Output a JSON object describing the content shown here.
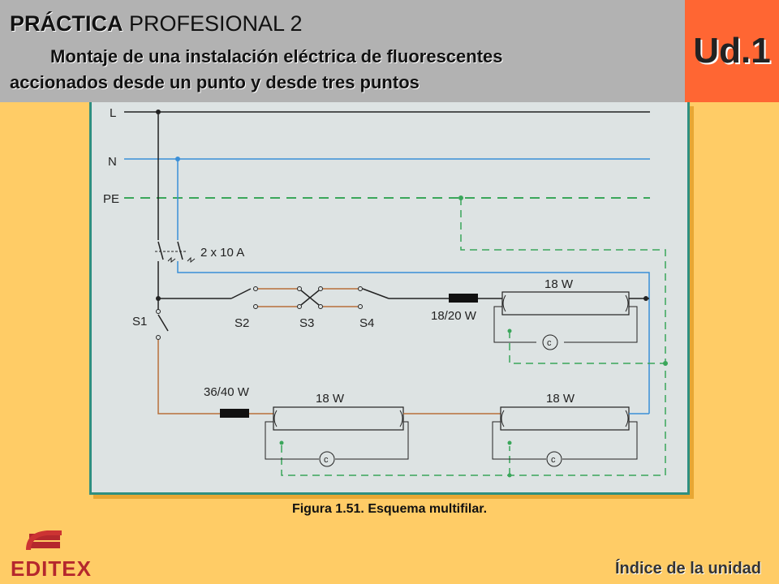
{
  "header": {
    "title_bold": "PRÁCTICA",
    "title_rest": " PROFESIONAL  2",
    "subtitle_line1": "Montaje de una instalación eléctrica de fluorescentes",
    "subtitle_line2": "accionados desde un punto y desde tres puntos",
    "unit": "Ud.1"
  },
  "diagram": {
    "lines": {
      "l": "L",
      "n": "N",
      "pe": "PE"
    },
    "breaker": "2 x 10 A",
    "switches": {
      "s1": "S1",
      "s2": "S2",
      "s3": "S3",
      "s4": "S4"
    },
    "ballast_top": "18/20 W",
    "ballast_bottom": "36/40 W",
    "lamp_top": "18 W",
    "lamp_bottom_left": "18 W",
    "lamp_bottom_right": "18 W",
    "starter": "c",
    "colors": {
      "phase": "#222222",
      "neutral": "#3A8FD8",
      "earth": "#3AA65A",
      "switched": "#B8703A"
    }
  },
  "caption": "Figura 1.51. Esquema multifilar.",
  "footer": {
    "logo": "EDITEX",
    "index_link": "Índice de la unidad"
  }
}
